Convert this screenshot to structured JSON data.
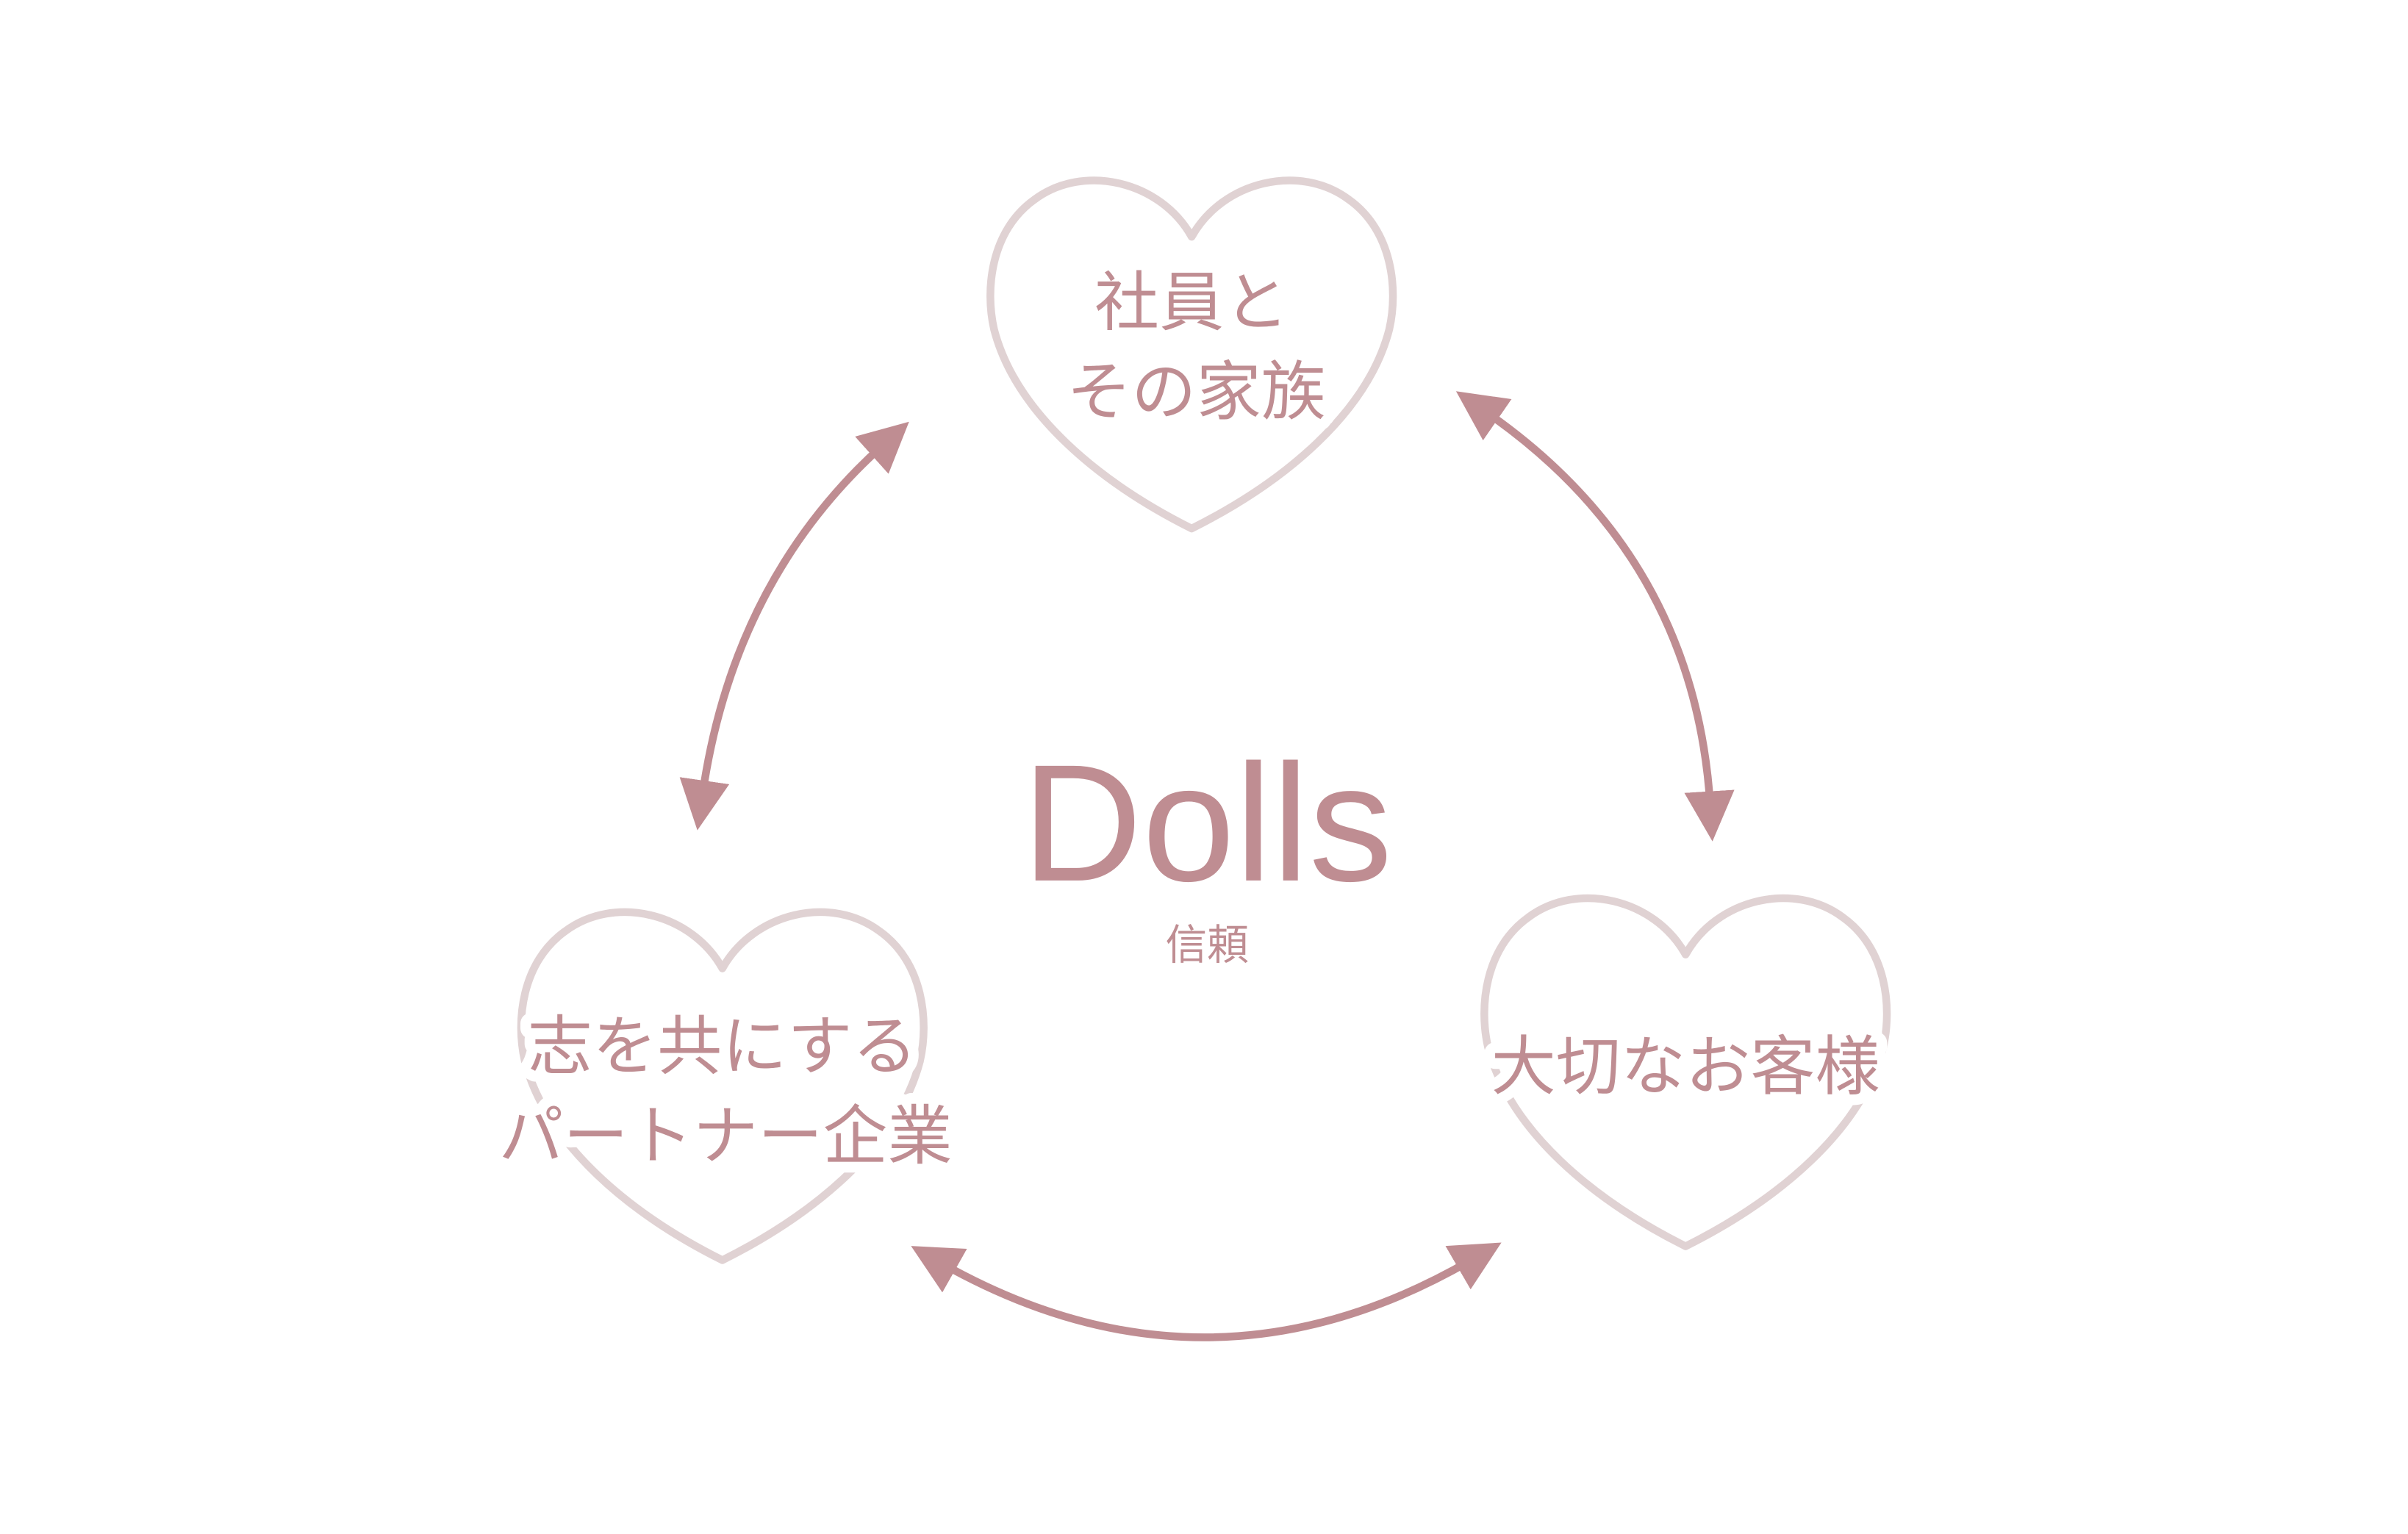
{
  "colors": {
    "arrow": "#bf8d92",
    "heart": "#e0d2d3",
    "text": "#bf8d92"
  },
  "center": {
    "title": "Dolls",
    "subtitle": "信頼"
  },
  "nodes": {
    "top": {
      "line1": "社員と",
      "line2": "その家族"
    },
    "left": {
      "line1": "志を共にする",
      "line2": "パートナー企業"
    },
    "right": {
      "line1": "大切なお客様"
    }
  }
}
